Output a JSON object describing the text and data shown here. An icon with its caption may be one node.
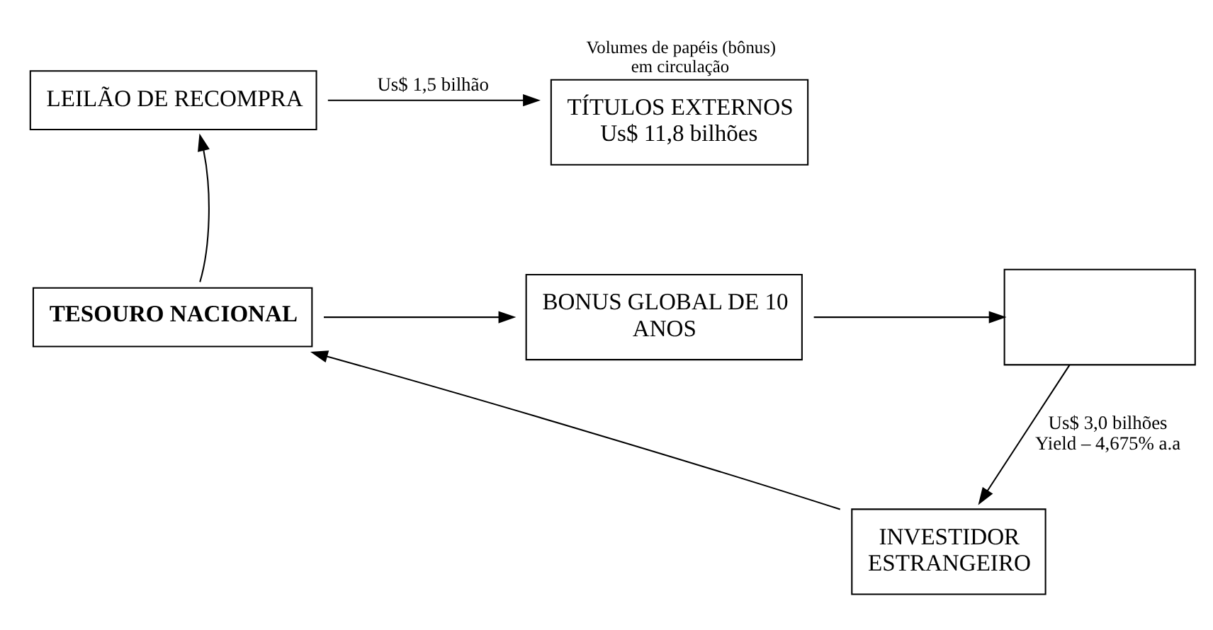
{
  "diagram": {
    "nodes": [
      {
        "text": [
          "LEILÃO DE RECOMPRA"
        ]
      },
      {
        "text": [
          "TÍTULOS EXTERNOS Us$ 11,8 bilhões"
        ],
        "beside": [
          "Volumes de papéis (bônus) em circulação"
        ]
      },
      {
        "text": [
          "TESOURO NACIONAL"
        ]
      },
      {
        "text": [
          "BONUS GLOBAL DE 10 ANOS"
        ]
      },
      {
        "text": [],
        "shape": "box"
      },
      {
        "text": [
          "INVESTIDOR ESTRANGEIRO"
        ]
      }
    ],
    "edges": [
      {
        "from": 0,
        "to": 1,
        "arrow": "to",
        "label": "Us$ 1,5 bilhão"
      },
      {
        "from": 2,
        "to": 0,
        "arrow": "to"
      },
      {
        "from": 2,
        "to": 3,
        "arrow": "to"
      },
      {
        "from": 3,
        "to": 4,
        "arrow": "to"
      },
      {
        "from": 4,
        "to": 5,
        "arrow": "to",
        "label": "Us$ 3,0 bilhões Yield – 4,675% a.a"
      },
      {
        "from": 5,
        "to": 2,
        "arrow": "to"
      }
    ]
  }
}
